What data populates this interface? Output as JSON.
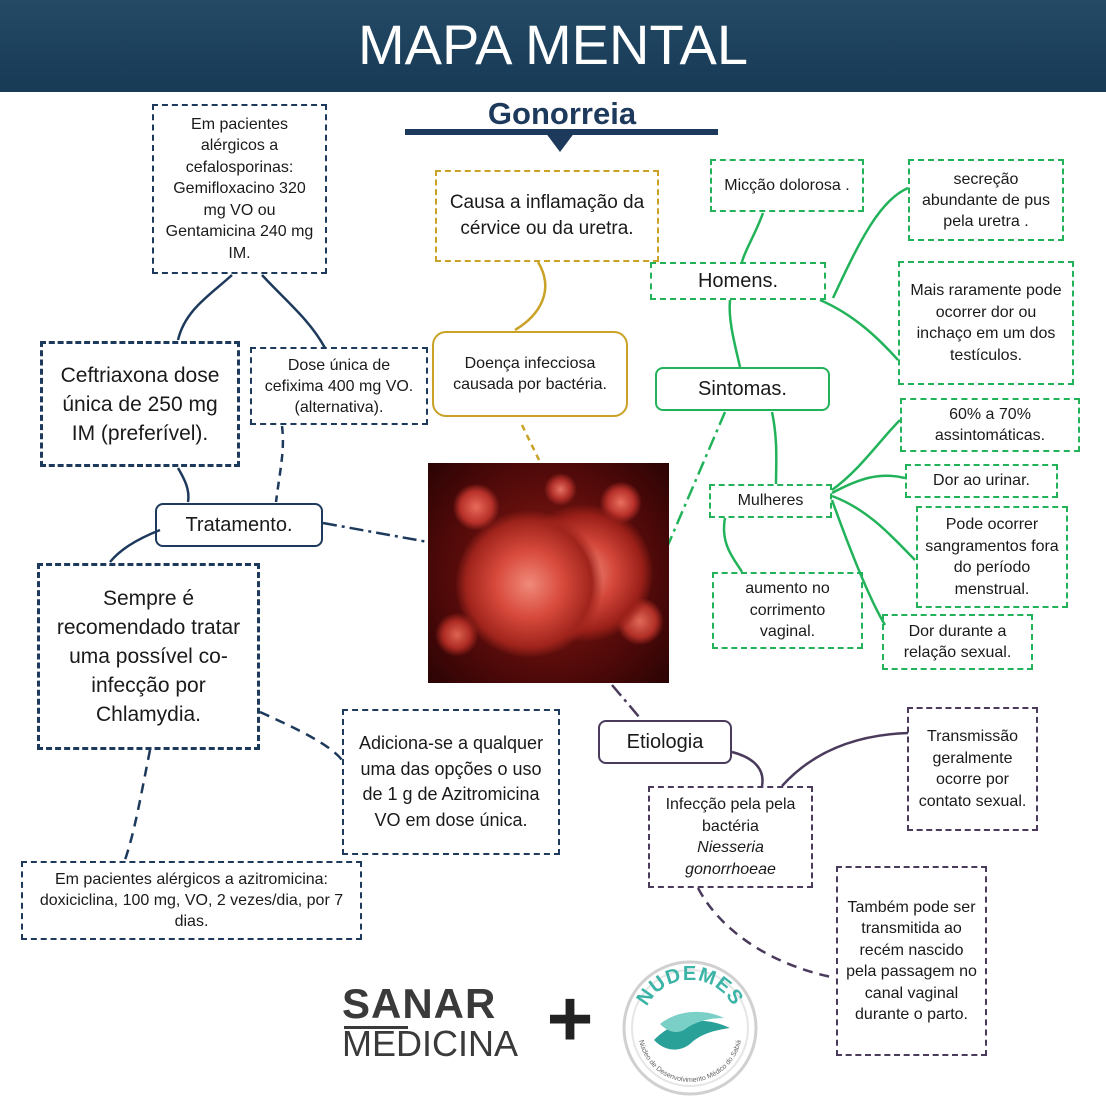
{
  "header": {
    "title": "MAPA MENTAL"
  },
  "map": {
    "subtitle": "Gonorreia",
    "photo_alt": "gonococcus-bacteria-illustration",
    "nodes": {
      "causa": "Causa a inflamação da cérvice ou da uretra.",
      "doenca": "Doença infecciosa causada por bactéria.",
      "tratamento": "Tratamento.",
      "ceftriaxona": "Ceftriaxona dose única de 250 mg IM (preferível).",
      "alergicos_cefalo": "Em pacientes alérgicos a cefalosporinas: Gemifloxacino 320 mg VO ou Gentamicina 240 mg IM.",
      "cefixima": "Dose única de cefixima 400 mg VO. (alternativa).",
      "clamydia": "Sempre é recomendado tratar uma possível co-infecção por Chlamydia.",
      "azitromicina": "Adiciona-se a qualquer uma das opções o uso de 1 g de Azitromicina VO em dose única.",
      "alergicos_azitro": "Em pacientes alérgicos a azitromicina: doxiciclina, 100 mg, VO, 2 vezes/dia, por 7 dias.",
      "sintomas": "Sintomas.",
      "homens": "Homens.",
      "miccao": "Micção dolorosa .",
      "secrecao": "secreção abundante de pus pela uretra .",
      "testiculos": "Mais raramente pode ocorrer dor ou inchaço em um dos testículos.",
      "mulheres": "Mulheres",
      "assintomaticas": "60% a 70% assintomáticas.",
      "dor_urinar": "Dor ao urinar.",
      "sangramentos": "Pode ocorrer sangramentos fora do período menstrual.",
      "relacao": "Dor durante a relação sexual.",
      "corrimento": "aumento no corrimento vaginal.",
      "etiologia": "Etiologia",
      "infeccao_prefix": "Infecção pela pela bactéria",
      "infeccao_species": "Niesseria gonorrhoeae",
      "contato": "Transmissão geralmente ocorre por contato sexual.",
      "recem": "Também pode ser transmitida ao recém nascido pela passagem no canal vaginal durante o parto."
    }
  },
  "logos": {
    "sanar_top": "SANAR",
    "sanar_bottom": "MEDICINA",
    "plus": "+",
    "nudemes_name": "NUDEMES",
    "nudemes_tagline": "Núcleo de Desenvolvimento Médico do Sabiá"
  },
  "colors": {
    "header": "#1d3a5c",
    "navy": "#1d3a5c",
    "gold": "#c9a227",
    "green": "#22b35a",
    "purple": "#4a3b5c"
  }
}
